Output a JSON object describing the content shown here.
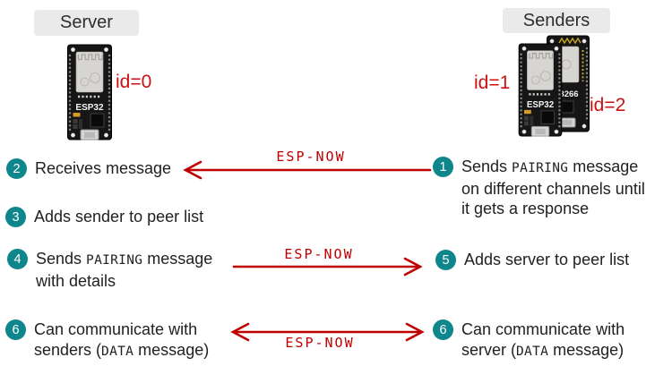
{
  "palette": {
    "accent_red": "#c00000",
    "id_red": "#cc1111",
    "step_teal": "#0e868c",
    "label_bg": "#eaeaea",
    "text_dark": "#212121"
  },
  "server": {
    "label": "Server",
    "board_text": "ESP32",
    "id": "id=0"
  },
  "senders": {
    "label": "Senders",
    "board1_text": "ESP32",
    "board2_text": "8266",
    "id1": "id=1",
    "id2": "id=2"
  },
  "arrows": {
    "pairing_request_label": "ESP-NOW",
    "pairing_response_label": "ESP-NOW",
    "data_exchange_label": "ESP-NOW"
  },
  "steps": {
    "s1": {
      "num": "1",
      "pre": "Sends ",
      "mono": "PAIRING",
      "post": " message",
      "line2": "on different channels until",
      "line3": "it gets a response"
    },
    "s2": {
      "num": "2",
      "text": "Receives message"
    },
    "s3": {
      "num": "3",
      "text": "Adds sender to peer list"
    },
    "s4": {
      "num": "4",
      "pre": "Sends ",
      "mono": "PAIRING",
      "post": " message",
      "line2": "with details"
    },
    "s5": {
      "num": "5",
      "text": "Adds server to peer list"
    },
    "s6_left": {
      "num": "6",
      "line1": "Can communicate with",
      "pre2": "senders (",
      "mono": "DATA",
      "post2": " message)"
    },
    "s6_right": {
      "num": "6",
      "line1": "Can communicate with",
      "pre2": "server (",
      "mono": "DATA",
      "post2": " message)"
    }
  }
}
